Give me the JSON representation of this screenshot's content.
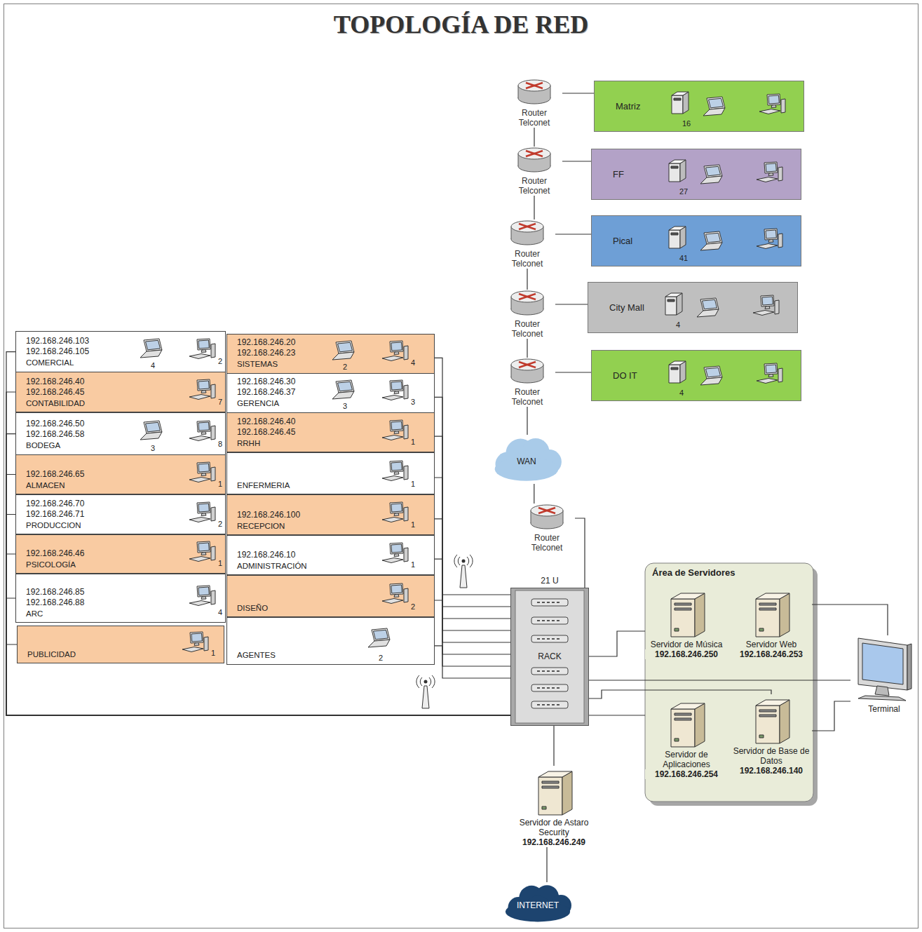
{
  "diagram": {
    "title": "TOPOLOGÍA DE RED",
    "nodes": [
      {
        "text": [
          "Router Telconet"
        ]
      },
      {
        "text": [
          "Matriz",
          "16"
        ]
      },
      {
        "text": [
          "Router Telconet"
        ]
      },
      {
        "text": [
          "FF",
          "27"
        ]
      },
      {
        "text": [
          "Router Telconet"
        ]
      },
      {
        "text": [
          "Pical",
          "41"
        ]
      },
      {
        "text": [
          "Router Telconet"
        ]
      },
      {
        "text": [
          "City Mall",
          "4"
        ]
      },
      {
        "text": [
          "Router Telconet"
        ]
      },
      {
        "text": [
          "DO IT",
          "4"
        ]
      },
      {
        "text": [
          "WAN"
        ]
      },
      {
        "text": [
          "Router Telconet"
        ]
      },
      {
        "text": [
          "192.168.246.103 192.168.246.105",
          "COMERCIAL",
          "4",
          "2"
        ]
      },
      {
        "text": [
          "192.168.246.40 192.168.246.45",
          "CONTABILIDAD",
          "7"
        ]
      },
      {
        "text": [
          "192.168.246.50 192.168.246.58",
          "BODEGA",
          "3",
          "8"
        ]
      },
      {
        "text": [
          "192.168.246.65",
          "ALMACEN",
          "1"
        ]
      },
      {
        "text": [
          "192.168.246.70 192.168.246.71",
          "PRODUCCION",
          "2"
        ]
      },
      {
        "text": [
          "192.168.246.46",
          "PSICOLOGÍA",
          "1"
        ]
      },
      {
        "text": [
          "192.168.246.85 192.168.246.88",
          "ARC",
          "4"
        ]
      },
      {
        "text": [
          "PUBLICIDAD",
          "1"
        ]
      },
      {
        "text": [
          "192.168.246.20 192.168.246.23",
          "SISTEMAS",
          "2",
          "4"
        ]
      },
      {
        "text": [
          "192.168.246.30 192.168.246.37",
          "GERENCIA",
          "3",
          "3"
        ]
      },
      {
        "text": [
          "192.168.246.40 192.168.246.45",
          "RRHH",
          "1"
        ]
      },
      {
        "text": [
          "ENFERMERIA",
          "1"
        ]
      },
      {
        "text": [
          "192.168.246.100",
          "RECEPCION",
          "1"
        ]
      },
      {
        "text": [
          "192.168.246.10",
          "ADMINISTRACIÓN",
          "1"
        ]
      },
      {
        "text": [
          "DISEÑO",
          "2"
        ]
      },
      {
        "text": [
          "AGENTES",
          "2"
        ]
      },
      {
        "text": [
          "21 U",
          "RACK"
        ]
      },
      {
        "text": [
          "Área de Servidores"
        ]
      },
      {
        "text": [
          "Servidor de Música",
          "192.168.246.250"
        ],
        "in": 29
      },
      {
        "text": [
          "Servidor Web",
          "192.168.246.253"
        ],
        "in": 29
      },
      {
        "text": [
          "Servidor de Aplicaciones",
          "192.168.246.254"
        ],
        "in": 29
      },
      {
        "text": [
          "Servidor de Base de Datos",
          "192.168.246.140"
        ],
        "in": 29
      },
      {
        "text": [
          "Terminal"
        ]
      },
      {
        "text": [
          "Servidor de Astaro Security",
          "192.168.246.249"
        ]
      },
      {
        "text": [
          "INTERNET"
        ]
      }
    ],
    "edges": [
      {
        "from": 0,
        "to": 1,
        "arrow": "none"
      },
      {
        "from": 0,
        "to": 2,
        "arrow": "none"
      },
      {
        "from": 2,
        "to": 3,
        "arrow": "none"
      },
      {
        "from": 2,
        "to": 4,
        "arrow": "none"
      },
      {
        "from": 4,
        "to": 5,
        "arrow": "none"
      },
      {
        "from": 4,
        "to": 6,
        "arrow": "none"
      },
      {
        "from": 6,
        "to": 7,
        "arrow": "none"
      },
      {
        "from": 6,
        "to": 8,
        "arrow": "none"
      },
      {
        "from": 8,
        "to": 9,
        "arrow": "none"
      },
      {
        "from": 8,
        "to": 10,
        "arrow": "none"
      },
      {
        "from": 10,
        "to": 11,
        "arrow": "none"
      },
      {
        "from": 11,
        "to": 28,
        "arrow": "none"
      },
      {
        "from": 12,
        "to": 28,
        "arrow": "none"
      },
      {
        "from": 13,
        "to": 28,
        "arrow": "none"
      },
      {
        "from": 14,
        "to": 28,
        "arrow": "none"
      },
      {
        "from": 15,
        "to": 28,
        "arrow": "none"
      },
      {
        "from": 16,
        "to": 28,
        "arrow": "none"
      },
      {
        "from": 17,
        "to": 28,
        "arrow": "none"
      },
      {
        "from": 18,
        "to": 28,
        "arrow": "none"
      },
      {
        "from": 19,
        "to": 28,
        "arrow": "none"
      },
      {
        "from": 20,
        "to": 28,
        "arrow": "none"
      },
      {
        "from": 21,
        "to": 28,
        "arrow": "none"
      },
      {
        "from": 22,
        "to": 28,
        "arrow": "none"
      },
      {
        "from": 23,
        "to": 28,
        "arrow": "none"
      },
      {
        "from": 24,
        "to": 28,
        "arrow": "none"
      },
      {
        "from": 25,
        "to": 28,
        "arrow": "none"
      },
      {
        "from": 26,
        "to": 28,
        "arrow": "none"
      },
      {
        "from": 27,
        "to": 28,
        "arrow": "none"
      },
      {
        "from": 28,
        "to": 30,
        "arrow": "none"
      },
      {
        "from": 28,
        "to": 34,
        "arrow": "none"
      },
      {
        "from": 28,
        "to": 32,
        "arrow": "none"
      },
      {
        "from": 28,
        "to": 33,
        "arrow": "none"
      },
      {
        "from": 31,
        "to": 34,
        "arrow": "none"
      },
      {
        "from": 33,
        "to": 34,
        "arrow": "none"
      },
      {
        "from": 28,
        "to": 35,
        "arrow": "none"
      },
      {
        "from": 35,
        "to": 36,
        "arrow": "none"
      }
    ]
  }
}
